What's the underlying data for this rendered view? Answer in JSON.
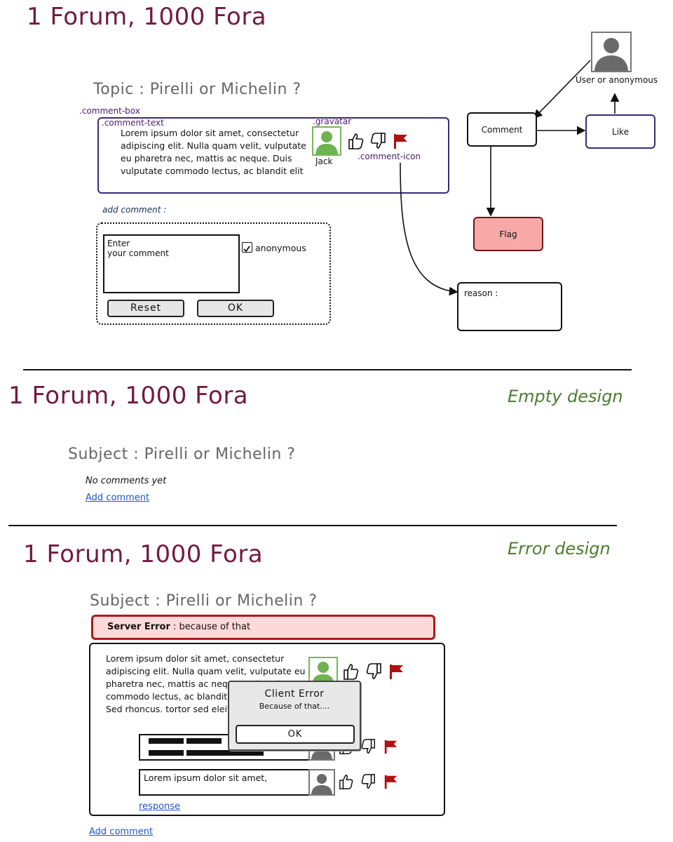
{
  "sections": {
    "main": {
      "title": "1 Forum, 1000 Fora",
      "topic": "Topic : Pirelli or Michelin ?",
      "labels": {
        "comment_box": ".comment-box",
        "comment_text": ".comment-text",
        "gravatar": ".gravatar",
        "comment_icon": ".comment-icon",
        "add_comment": "add comment :"
      },
      "comment": {
        "lines": [
          "Lorem ipsum dolor sit amet, consectetur",
          "adipiscing elit. Nulla quam velit, vulputate",
          "eu pharetra nec, mattis ac neque. Duis",
          "vulputate commodo lectus, ac blandit elit"
        ],
        "author": "Jack"
      },
      "form": {
        "placeholder_line1": "Enter",
        "placeholder_line2": "your comment",
        "anonymous_label": "anonymous",
        "reset_label": "Reset",
        "ok_label": "OK"
      },
      "diagram": {
        "user_label": "User or anonymous",
        "comment_node": "Comment",
        "like_node": "Like",
        "flag_node": "Flag",
        "reason_node": "reason :"
      }
    },
    "empty": {
      "title": "1 Forum, 1000 Fora",
      "design_tag": "Empty design",
      "subject": "Subject : Pirelli or Michelin ?",
      "no_comments": "No comments yet",
      "add_comment_link": "Add comment"
    },
    "error": {
      "title": "1 Forum, 1000 Fora",
      "design_tag": "Error design",
      "subject": "Subject : Pirelli or Michelin ?",
      "server_error_bold": "Server Error",
      "server_error_rest": " : because of that",
      "comment_lines": [
        "Lorem ipsum dolor sit amet, consectetur",
        "adipiscing elit. Nulla quam velit, vulputate eu",
        "pharetra nec, mattis ac neque. Duis vulputate",
        "commodo lectus, ac blandit elit tincidunt id.",
        "Sed rhoncus. tortor sed eleifend"
      ],
      "reply_text": "Lorem ipsum dolor sit amet,",
      "response_link": "response",
      "add_comment_link": "Add comment",
      "dialog": {
        "title": "Client Error",
        "message": "Because of that....",
        "ok_label": "OK"
      }
    }
  },
  "colors": {
    "title": "#731a40",
    "flag_red": "#b01010",
    "flag_node_fill": "#f7a9a8",
    "error_fill": "#ffd9d9",
    "error_border": "#b01818",
    "gravatar_green": "#6db34f",
    "design_green": "#4e7a32",
    "link_blue": "#1f55c8"
  }
}
